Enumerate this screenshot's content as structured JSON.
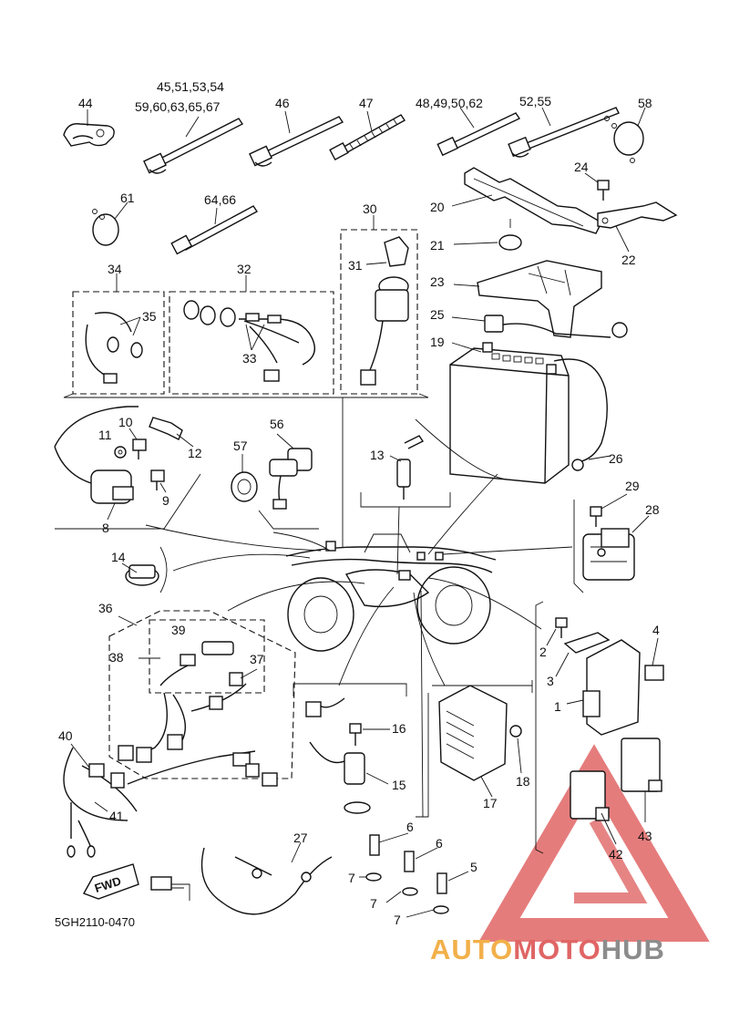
{
  "diagram_code": "5GH2110-0470",
  "direction_badge": "FWD",
  "watermark": {
    "auto": "AUTO",
    "moto": "MOTO",
    "hub": "HUB",
    "colors": {
      "triangle": "#e06565",
      "auto": "#f2b04a",
      "moto": "#e06565",
      "hub": "#8c8c8c"
    }
  },
  "labels": {
    "p1": "1",
    "p2": "2",
    "p3": "3",
    "p4": "4",
    "p5": "5",
    "p6a": "6",
    "p6b": "6",
    "p7a": "7",
    "p7b": "7",
    "p7c": "7",
    "p8": "8",
    "p9": "9",
    "p10": "10",
    "p11": "11",
    "p12": "12",
    "p13": "13",
    "p14": "14",
    "p15": "15",
    "p16": "16",
    "p17": "17",
    "p18": "18",
    "p19": "19",
    "p20": "20",
    "p21": "21",
    "p22": "22",
    "p23": "23",
    "p24": "24",
    "p25": "25",
    "p26": "26",
    "p27": "27",
    "p28": "28",
    "p29": "29",
    "p30": "30",
    "p31": "31",
    "p32": "32",
    "p33": "33",
    "p34": "34",
    "p35": "35",
    "p36": "36",
    "p37": "37",
    "p38": "38",
    "p39": "39",
    "p40": "40",
    "p41": "41",
    "p42": "42",
    "p43": "43",
    "p44": "44",
    "p46": "46",
    "p47": "47",
    "p56": "56",
    "p57": "57",
    "p58": "58",
    "p61": "61",
    "g45a": "45,51,53,54",
    "g45b": "59,60,63,65,67",
    "g48": "48,49,50,62",
    "g52": "52,55",
    "g64": "64,66"
  }
}
